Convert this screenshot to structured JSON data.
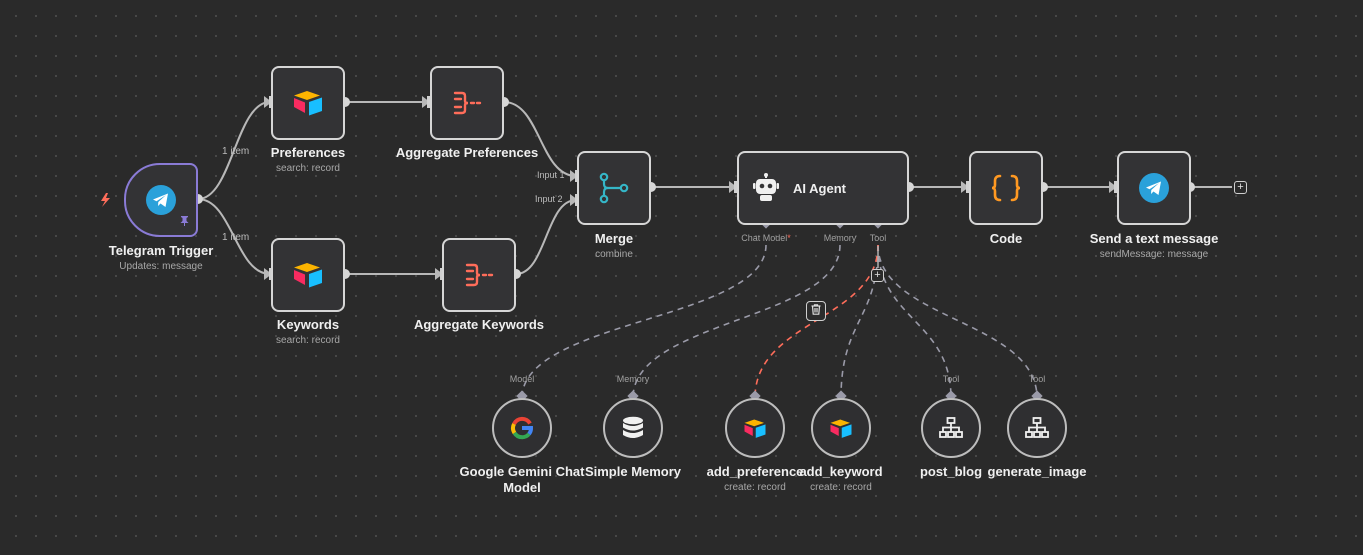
{
  "nodes": {
    "telegram_trigger": {
      "title": "Telegram Trigger",
      "subtitle": "Updates: message",
      "icon": "telegram-icon"
    },
    "preferences": {
      "title": "Preferences",
      "subtitle": "search: record",
      "icon": "airtable-icon"
    },
    "keywords": {
      "title": "Keywords",
      "subtitle": "search: record",
      "icon": "airtable-icon"
    },
    "aggregate_preferences": {
      "title": "Aggregate Preferences",
      "icon": "aggregate-icon"
    },
    "aggregate_keywords": {
      "title": "Aggregate Keywords",
      "icon": "aggregate-icon"
    },
    "merge": {
      "title": "Merge",
      "subtitle": "combine",
      "input1": "Input 1",
      "input2": "Input 2",
      "icon": "merge-icon"
    },
    "ai_agent": {
      "title": "AI Agent",
      "icon": "robot-icon",
      "port_chat_model": "Chat Model",
      "port_memory": "Memory",
      "port_tool": "Tool",
      "required_mark": "*"
    },
    "code": {
      "title": "Code",
      "icon": "code-braces-icon"
    },
    "send_message": {
      "title": "Send a text message",
      "subtitle": "sendMessage: message",
      "icon": "telegram-icon"
    },
    "gemini": {
      "title": "Google Gemini Chat Model",
      "port": "Model",
      "icon": "google-icon"
    },
    "simple_memory": {
      "title": "Simple Memory",
      "port": "Memory",
      "icon": "database-icon"
    },
    "add_preference": {
      "title": "add_preference",
      "subtitle": "create: record",
      "icon": "airtable-icon"
    },
    "add_keyword": {
      "title": "add_keyword",
      "subtitle": "create: record",
      "icon": "airtable-icon"
    },
    "post_blog": {
      "title": "post_blog",
      "port": "Tool",
      "icon": "sitemap-icon"
    },
    "generate_image": {
      "title": "generate_image",
      "port": "Tool",
      "icon": "sitemap-icon"
    }
  },
  "edge_labels": {
    "to_preferences": "1 item",
    "to_keywords": "1 item"
  },
  "controls": {
    "plus": "+"
  },
  "colors": {
    "accent_trigger": "#8a7bd6",
    "telegram": "#2aa1da",
    "airtable_red": "#f82b60",
    "airtable_yellow": "#fcb400",
    "airtable_blue": "#18bfff",
    "aggregate": "#ff6d5a",
    "merge": "#35b6c7",
    "code": "#ff9922",
    "danger_edge": "#ff6d5a"
  }
}
